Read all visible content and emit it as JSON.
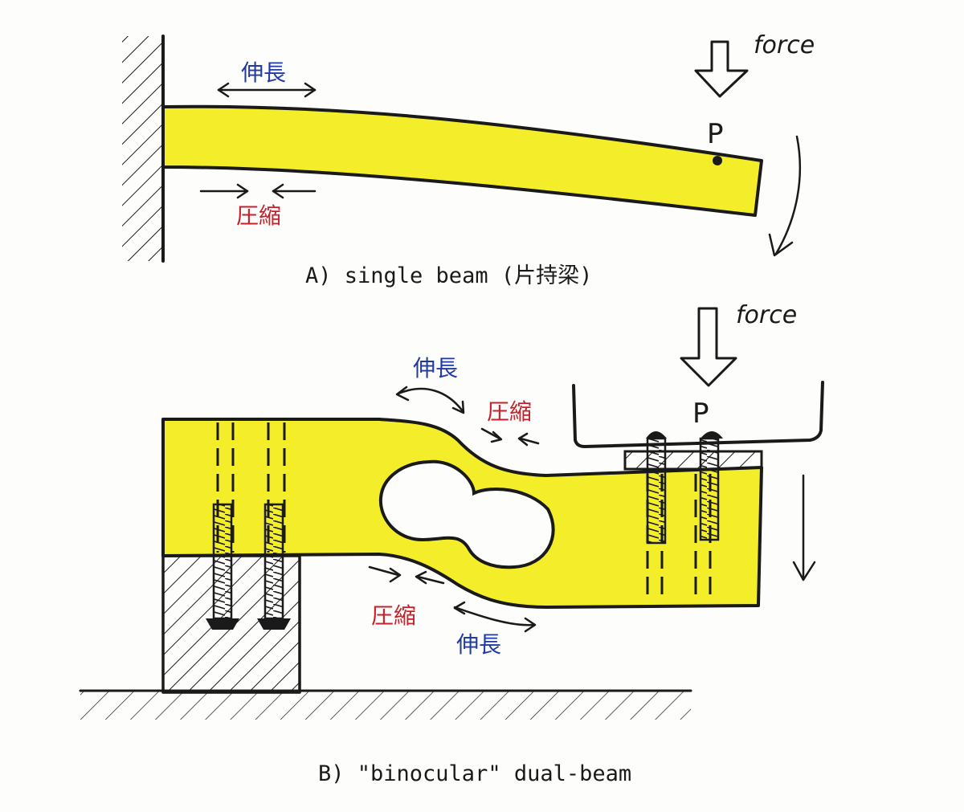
{
  "diagram_a": {
    "caption": "A) single beam (片持梁)",
    "label_tension": "伸長",
    "label_compression": "圧縮",
    "label_force": "force",
    "label_point": "P"
  },
  "diagram_b": {
    "caption": "B) \"binocular\" dual-beam",
    "label_tension_top": "伸長",
    "label_compression_top": "圧縮",
    "label_compression_bottom": "圧縮",
    "label_tension_bottom": "伸長",
    "label_force": "force",
    "label_point": "P"
  },
  "colors": {
    "beam_fill": "#f4ee2a",
    "tension_text": "#1f3aa8",
    "compression_text": "#c8202a",
    "ink": "#1a1a1a"
  }
}
